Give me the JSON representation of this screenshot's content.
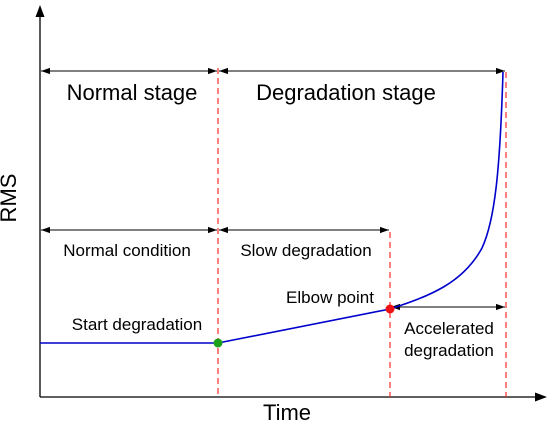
{
  "axes": {
    "ylabel": "RMS",
    "xlabel": "Time"
  },
  "stages": {
    "normal": "Normal stage",
    "degradation": "Degradation stage"
  },
  "conditions": {
    "normal": "Normal condition",
    "slow": "Slow degradation",
    "accelerated_line1": "Accelerated",
    "accelerated_line2": "degradation"
  },
  "points": {
    "start": {
      "label": "Start degradation",
      "color": "#1aa01a"
    },
    "elbow": {
      "label": "Elbow point",
      "color": "#ee1111"
    }
  },
  "colors": {
    "curve": "#0000cc",
    "dashed_lines": "#ff2a2a",
    "axes": "#000000"
  }
}
